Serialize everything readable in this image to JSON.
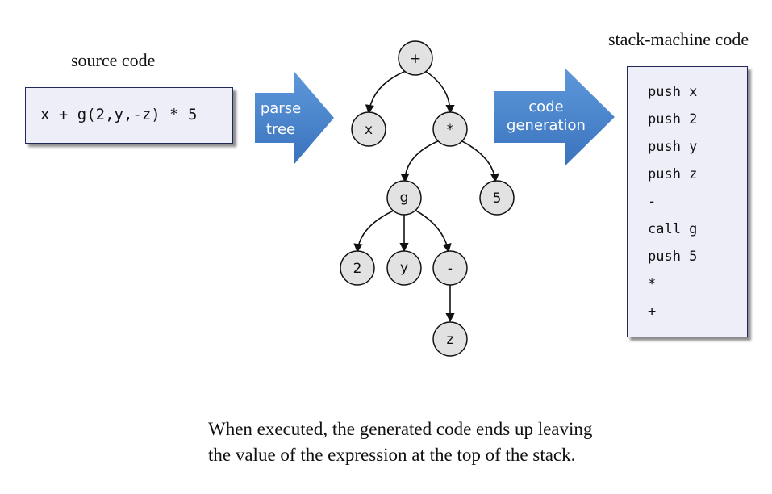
{
  "source": {
    "title": "source code",
    "expression": "x + g(2,y,-z) * 5"
  },
  "arrows": {
    "parse": [
      "parse",
      "tree"
    ],
    "codegen": [
      "code",
      "generation"
    ]
  },
  "stack": {
    "title": "stack-machine code",
    "lines": [
      "push x",
      "push 2",
      "push y",
      "push z",
      "-",
      "call g",
      "push 5",
      "*",
      "+"
    ]
  },
  "tree": {
    "nodes": [
      {
        "id": "plus",
        "label": "+"
      },
      {
        "id": "x",
        "label": "x"
      },
      {
        "id": "times",
        "label": "*"
      },
      {
        "id": "g",
        "label": "g"
      },
      {
        "id": "five",
        "label": "5"
      },
      {
        "id": "two",
        "label": "2"
      },
      {
        "id": "y",
        "label": "y"
      },
      {
        "id": "neg",
        "label": "-"
      },
      {
        "id": "z",
        "label": "z"
      }
    ],
    "edges": [
      [
        "plus",
        "x"
      ],
      [
        "plus",
        "times"
      ],
      [
        "times",
        "g"
      ],
      [
        "times",
        "five"
      ],
      [
        "g",
        "two"
      ],
      [
        "g",
        "y"
      ],
      [
        "g",
        "neg"
      ],
      [
        "neg",
        "z"
      ]
    ]
  },
  "caption": [
    "When executed, the generated code ends up leaving",
    "the value of the expression at the top of the stack."
  ],
  "colors": {
    "arrow_fill": "#4a86cc",
    "node_fill": "#e2e2e2",
    "box_fill": "#eeeef8",
    "box_border": "#1f2a5a"
  }
}
